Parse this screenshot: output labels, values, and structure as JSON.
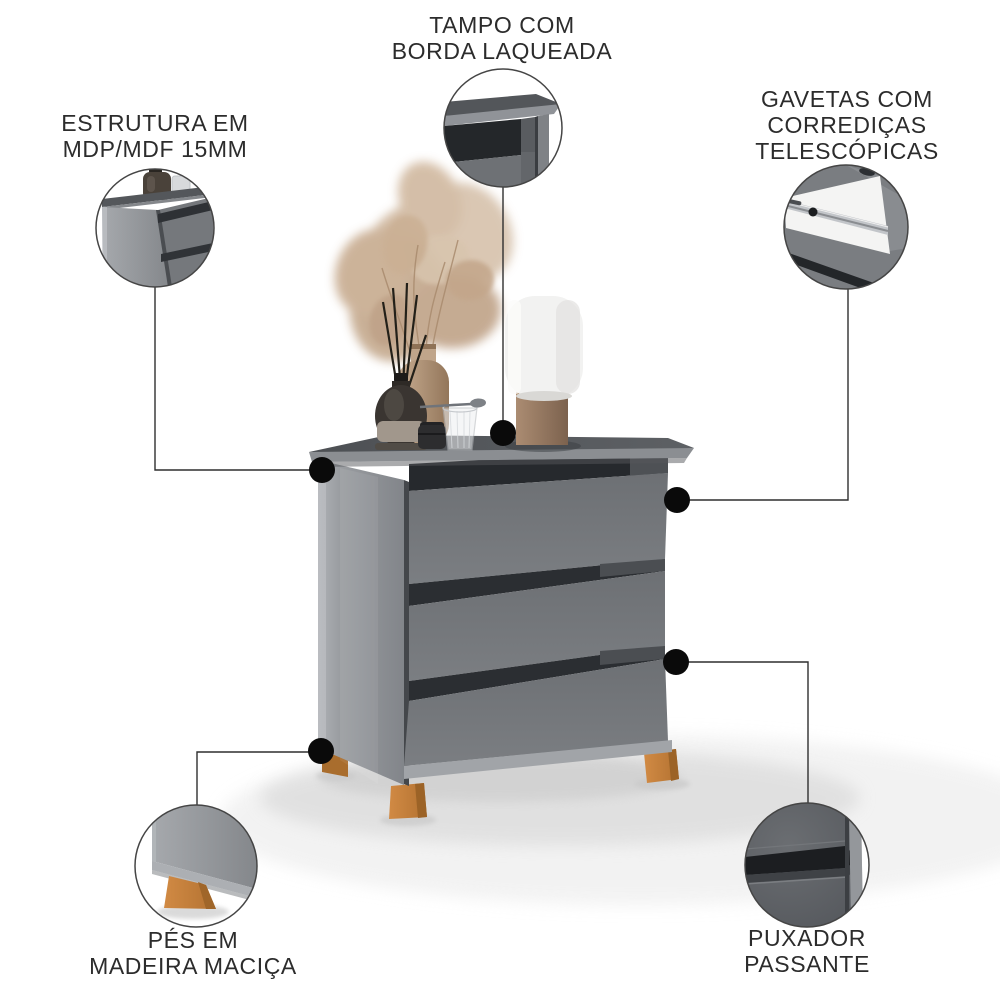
{
  "title": "Annotated dresser feature diagram",
  "callouts": {
    "tampo": {
      "lines": [
        "TAMPO COM",
        "BORDA LAQUEADA"
      ]
    },
    "estrutura": {
      "lines": [
        "ESTRUTURA EM",
        "MDP/MDF 15MM"
      ]
    },
    "gavetas": {
      "lines": [
        "GAVETAS COM",
        "CORREDIÇAS",
        "TELESCÓPICAS"
      ]
    },
    "pes": {
      "lines": [
        "PÉS EM",
        "MADEIRA MACIÇA"
      ]
    },
    "puxador": {
      "lines": [
        "PUXADOR",
        "PASSANTE"
      ]
    }
  },
  "colors": {
    "background": "#ffffff",
    "cabinet_gray": "#73767a",
    "lid_gray": "#53565a",
    "dark_recess": "#26292d",
    "wood_feet": "#c8823e",
    "text": "#2c2c2c",
    "connector": "#2f2f2f",
    "dot": "#0a0a0a"
  }
}
